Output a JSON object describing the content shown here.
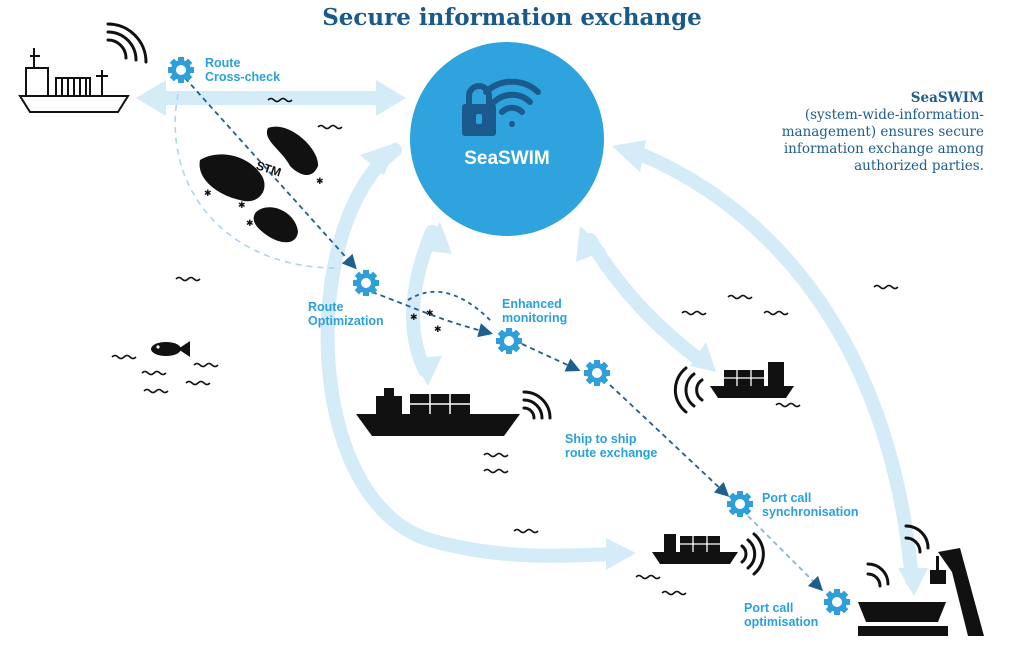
{
  "title": "Secure information exchange",
  "hub": {
    "label": "SeaSWIM"
  },
  "description": {
    "heading": "SeaSWIM",
    "text": "(system-wide-information-management) ensures secure information exchange among authorized parties.",
    "lines": [
      "(system-wide-information-",
      "management) ensures secure",
      "information exchange among",
      "authorized parties."
    ]
  },
  "map_label": "STM",
  "steps": [
    {
      "id": "route-cross-check",
      "lines": [
        "Route",
        "Cross-check"
      ]
    },
    {
      "id": "route-optimization",
      "lines": [
        "Route",
        "Optimization"
      ]
    },
    {
      "id": "enhanced-monitoring",
      "lines": [
        "Enhanced",
        "monitoring"
      ]
    },
    {
      "id": "ship-to-ship",
      "lines": [
        "Ship to ship",
        "route exchange"
      ]
    },
    {
      "id": "port-call-sync",
      "lines": [
        "Port call",
        "synchronisation"
      ]
    },
    {
      "id": "port-call-opt",
      "lines": [
        "Port call",
        "optimisation"
      ]
    }
  ],
  "icons": [
    "gear-icon",
    "lock-icon",
    "wifi-icon",
    "ship-icon",
    "fish-icon",
    "crane-icon",
    "signal-waves-icon",
    "island-icon",
    "wave-icon"
  ],
  "colors": {
    "title": "#1a5a8a",
    "hub": "#2ea3dd",
    "label": "#2aa0dd",
    "arrow": "#d4ebf8",
    "dash": "#1e5f8e",
    "ink": "#111111"
  }
}
